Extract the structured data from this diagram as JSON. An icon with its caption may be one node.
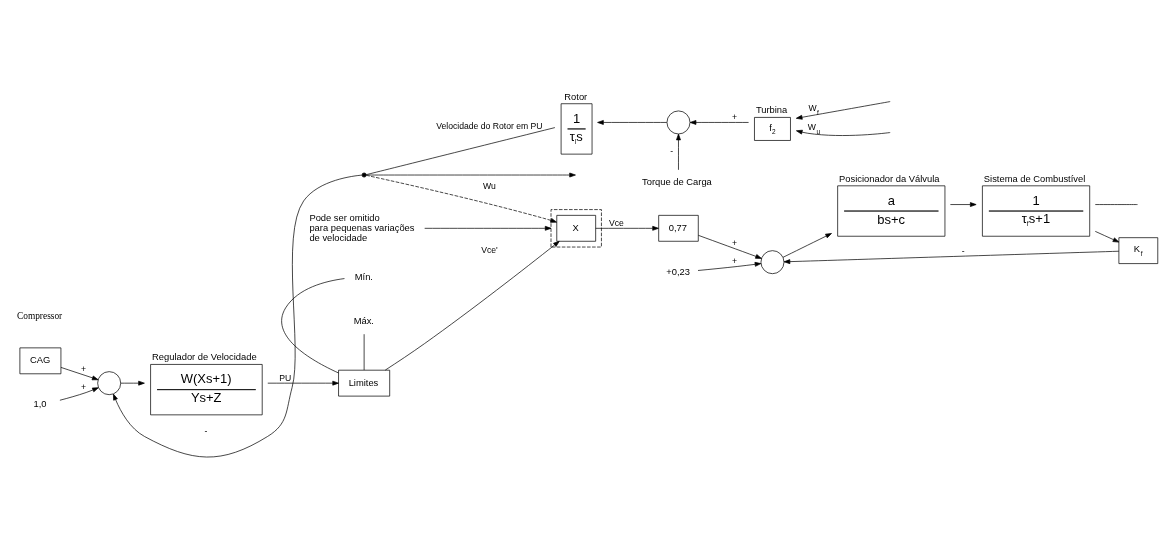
{
  "diagram": {
    "nodes": [
      {
        "text": [
          "CAG"
        ]
      },
      {
        "text": [],
        "shape": "circle"
      },
      {
        "text": [
          "Regulador de Velocidade",
          "W(Xs+1)",
          "Ys+Z"
        ]
      },
      {
        "text": [
          "Limites"
        ]
      },
      {
        "text": [
          "Máx."
        ]
      },
      {
        "text": [
          "Mín."
        ]
      },
      {
        "text": [],
        "shape": "box"
      },
      {
        "text": [
          "X"
        ],
        "in": 6
      },
      {
        "text": [
          "0,77"
        ]
      },
      {
        "text": [],
        "shape": "circle"
      },
      {
        "text": [
          "Posicionador da Válvula",
          "a",
          "bs+c"
        ]
      },
      {
        "text": [
          "Sistema de Combustível",
          "1",
          "τ$_{f}$s+1"
        ]
      },
      {
        "text": [
          "K$_{f}$"
        ]
      },
      {
        "text": [
          "1,0"
        ]
      },
      {
        "text": [
          "+0,23"
        ]
      },
      {
        "text": [
          "Pode ser omitido para pequenas variações de velocidade"
        ]
      },
      {
        "text": [
          "Rotor",
          "1",
          "τ$_{l}$s"
        ]
      },
      {
        "text": [],
        "shape": "circle"
      },
      {
        "text": [
          "Torque de Carga"
        ]
      },
      {
        "text": [
          "Turbina",
          "f$_{2}$"
        ]
      },
      {
        "text": [],
        "shape": "dot"
      }
    ],
    "edges": [
      {
        "from": 0,
        "to": 1,
        "arrow": "to",
        "label": "+"
      },
      {
        "from": 13,
        "to": 1,
        "arrow": "to",
        "label": "+"
      },
      {
        "from": 1,
        "to": 2,
        "arrow": "to"
      },
      {
        "from": 2,
        "to": 3,
        "arrow": "to",
        "label": "PU"
      },
      {
        "from": 4,
        "to": 3,
        "arrow": "none"
      },
      {
        "from": 5,
        "to": 3,
        "arrow": "none"
      },
      {
        "from": 3,
        "to": 7,
        "arrow": "to",
        "label": "Vce'"
      },
      {
        "from": 7,
        "to": 8,
        "arrow": "to",
        "label": "Vce"
      },
      {
        "from": 8,
        "to": 9,
        "arrow": "to",
        "label": "+"
      },
      {
        "from": 14,
        "to": 9,
        "arrow": "to",
        "label": "+"
      },
      {
        "from": 9,
        "to": 10,
        "arrow": "to"
      },
      {
        "from": 10,
        "to": 11,
        "arrow": "to"
      },
      {
        "from": 11,
        "to": null,
        "arrow": "none"
      },
      {
        "from": 11,
        "to": 12,
        "arrow": "to"
      },
      {
        "from": 12,
        "to": 9,
        "arrow": "to",
        "label": "-"
      },
      {
        "from": 15,
        "to": 6,
        "arrow": "to"
      },
      {
        "from": null,
        "to": 19,
        "arrow": "to",
        "label": "W$_{f}$"
      },
      {
        "from": null,
        "to": 19,
        "arrow": "to",
        "label": "W$_{u}$"
      },
      {
        "from": 19,
        "to": 17,
        "arrow": "to",
        "label": "+"
      },
      {
        "from": 18,
        "to": 17,
        "arrow": "to",
        "label": "-"
      },
      {
        "from": 17,
        "to": 16,
        "arrow": "to"
      },
      {
        "from": 16,
        "to": 20,
        "arrow": "none",
        "label": "Velocidade do Rotor em PU"
      },
      {
        "from": 20,
        "to": 1,
        "arrow": "to",
        "label": "-"
      },
      {
        "from": 20,
        "to": 7,
        "arrow": "to",
        "label": "Wu",
        "style": "dashed"
      },
      {
        "from": 20,
        "to": null,
        "arrow": "to"
      }
    ],
    "labels": [
      "Compressor"
    ]
  }
}
